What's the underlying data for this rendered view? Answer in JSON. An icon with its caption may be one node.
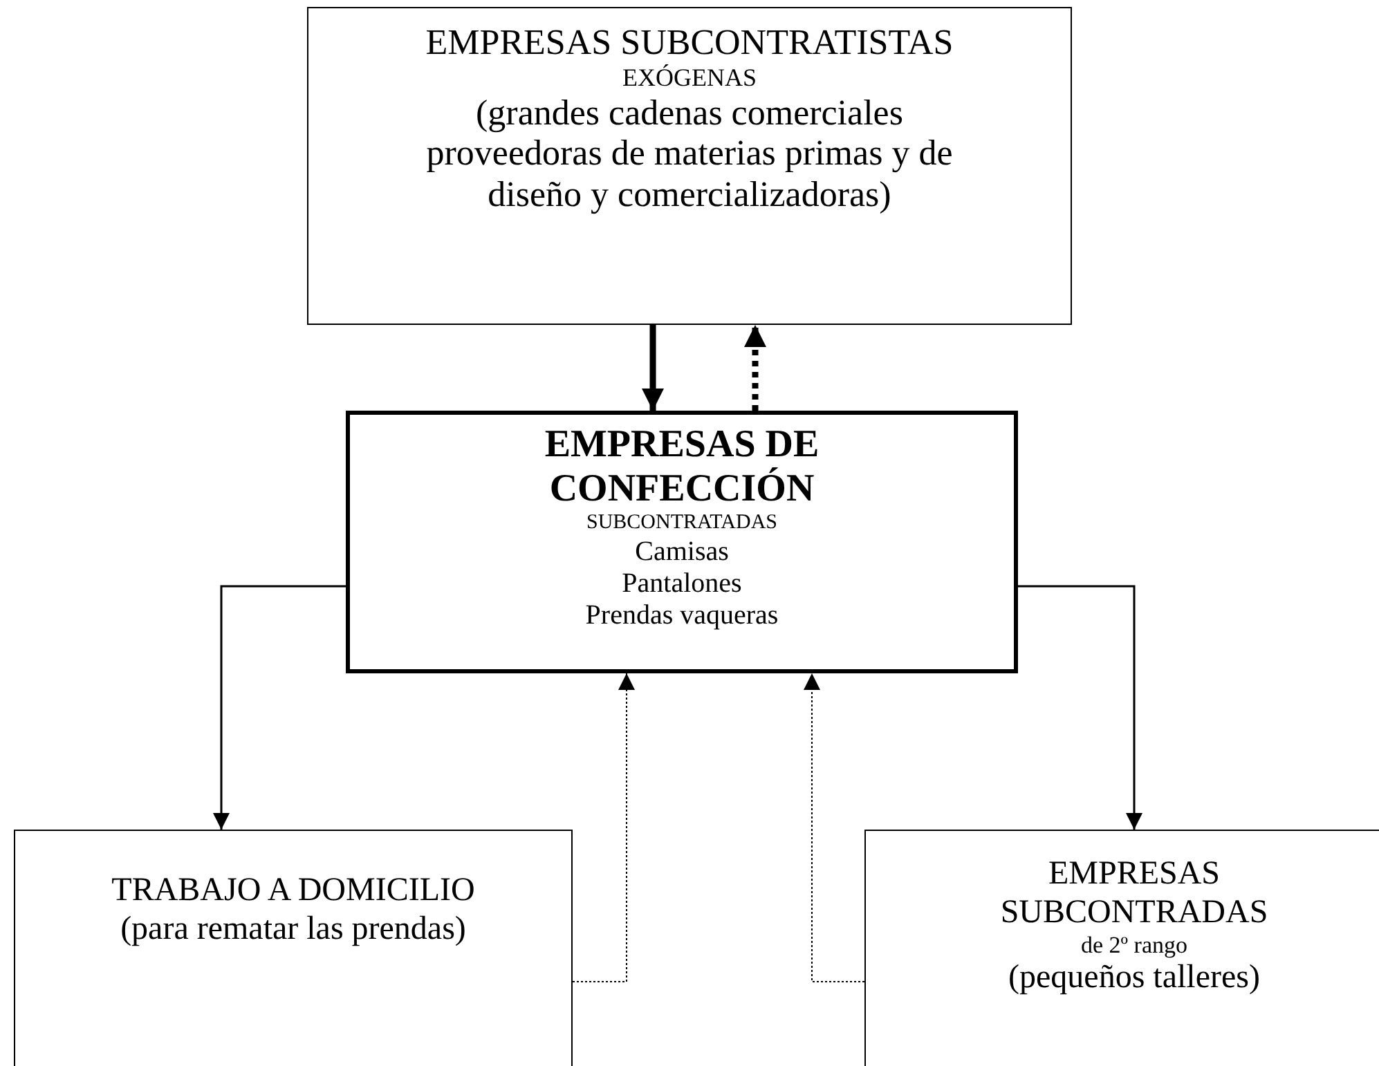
{
  "diagram": {
    "nodes": [
      {
        "text": [
          "EMPRESAS SUBCONTRATISTAS",
          "EXÓGENAS",
          "(grandes cadenas comerciales proveedoras de materias primas y de diseño y comercializadoras)"
        ]
      },
      {
        "text": [
          "EMPRESAS DE CONFECCIÓN",
          "SUBCONTRATADAS",
          "Camisas",
          "Pantalones",
          "Prendas vaqueras"
        ]
      },
      {
        "text": [
          "TRABAJO A DOMICILIO",
          "(para rematar las prendas)"
        ]
      },
      {
        "text": [
          "EMPRESAS SUBCONTRADAS",
          "de 2º rango",
          "(pequeños talleres)"
        ]
      }
    ],
    "edges": [
      {
        "from": 0,
        "to": 1,
        "arrow": "to",
        "style": "thick"
      },
      {
        "from": 1,
        "to": 0,
        "arrow": "to",
        "style": "dashed"
      },
      {
        "from": 1,
        "to": 2,
        "arrow": "to"
      },
      {
        "from": 1,
        "to": 3,
        "arrow": "to"
      },
      {
        "from": 2,
        "to": 1,
        "arrow": "to",
        "style": "dashed"
      },
      {
        "from": 3,
        "to": 1,
        "arrow": "to",
        "style": "dashed"
      }
    ]
  }
}
